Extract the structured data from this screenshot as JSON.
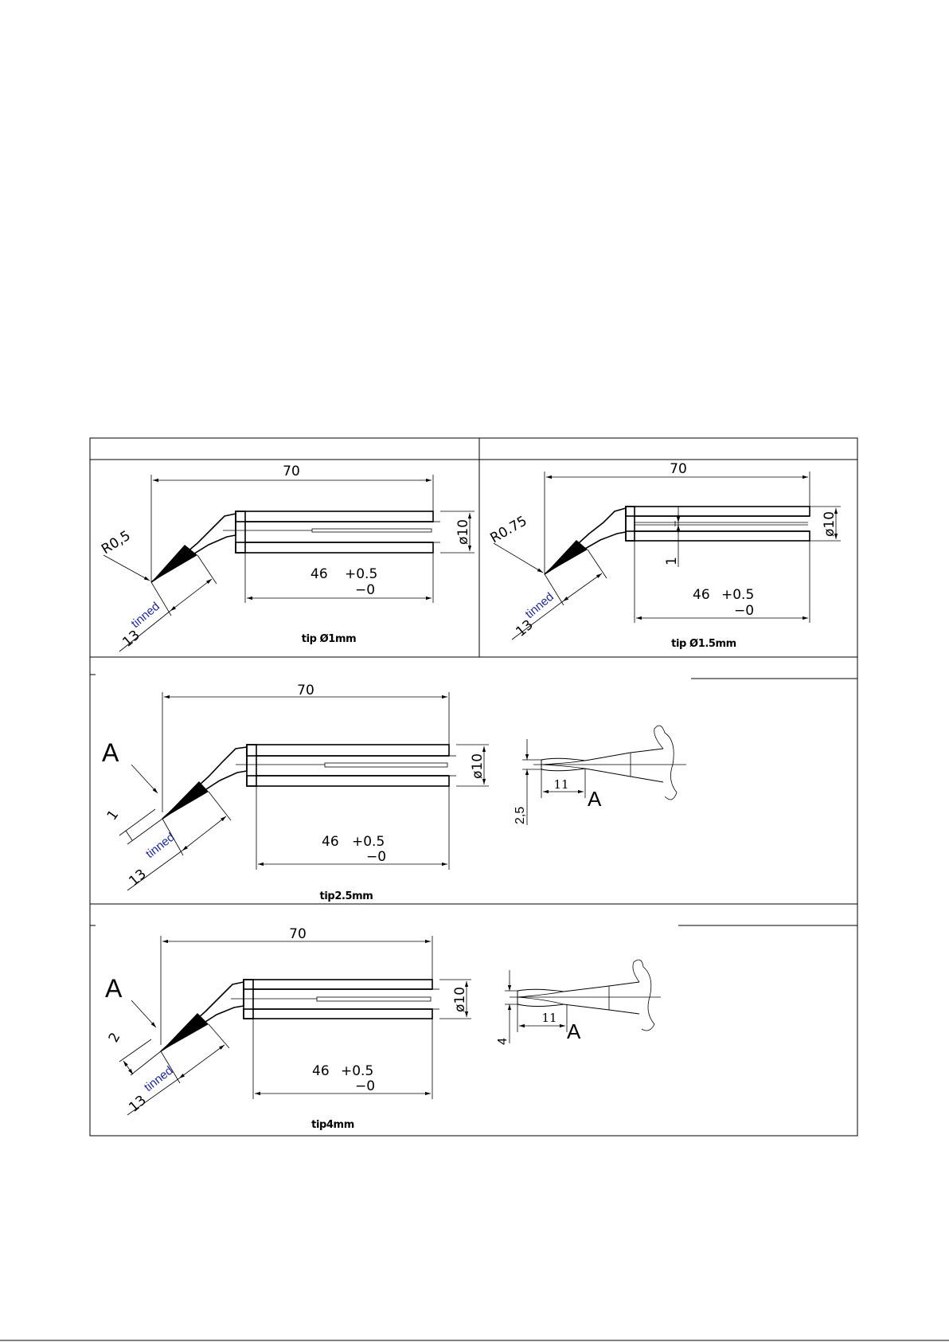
{
  "drawings": [
    {
      "caption": "tip Ø1mm",
      "length": "70",
      "diameter": "ø10",
      "inner_length": "46",
      "tol_upper": "+0.5",
      "tol_lower": "−0",
      "radius": "R0,5",
      "tinned_length": "13",
      "tinned_label": "tinned"
    },
    {
      "caption": "tip Ø1.5mm",
      "length": "70",
      "diameter": "ø10",
      "inner_length": "46",
      "tol_upper": "+0.5",
      "tol_lower": "−0",
      "radius": "R0.75",
      "slot": "1",
      "tinned_length": "13",
      "tinned_label": "tinned"
    },
    {
      "caption": "tip2.5mm",
      "length": "70",
      "diameter": "ø10",
      "inner_length": "46",
      "tol_upper": "+0.5",
      "tol_lower": "−0",
      "view_label": "A",
      "tip_width": "1",
      "tinned_length": "13",
      "tinned_label": "tinned",
      "detail_width": "2,5",
      "detail_length": "11",
      "detail_view": "A"
    },
    {
      "caption": "tip4mm",
      "length": "70",
      "diameter": "ø10",
      "inner_length": "46",
      "tol_upper": "+0.5",
      "tol_lower": "−0",
      "view_label": "A",
      "tip_width": "2",
      "tinned_length": "13",
      "tinned_label": "tinned",
      "detail_width": "4",
      "detail_length": "11",
      "detail_view": "A"
    }
  ]
}
